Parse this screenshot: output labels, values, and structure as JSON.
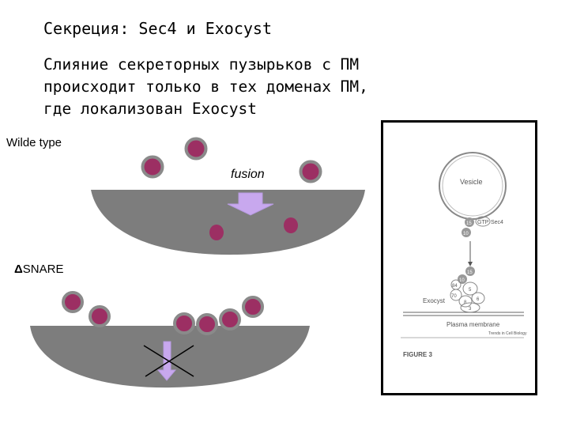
{
  "title": "Секреция: Sec4 и Exocyst",
  "body": {
    "line1": "Слияние секреторных пузырьков с ПМ",
    "line2": "происходит только в тех доменах ПМ,",
    "line3": "где локализован Exocyst"
  },
  "panels": {
    "wild_type": {
      "label": "Wilde type",
      "arrow_label": "fusion"
    },
    "mutant": {
      "label": "SNARE",
      "delta": "Δ"
    }
  },
  "figure": {
    "vesicle": "Vesicle",
    "sec4": "Sec4",
    "gtp": "GTP",
    "exocyst": "Exocyst",
    "membrane": "Plasma membrane",
    "caption": "FIGURE 3",
    "credit": "Trends in Cell Biology",
    "subunits": [
      "15",
      "10",
      "15",
      "10",
      "70",
      "84",
      "5",
      "6",
      "8",
      "3"
    ]
  },
  "colors": {
    "vesicle_fill": "#9c2f63",
    "vesicle_ring": "#8a8a8a",
    "membrane": "#7d7d7d",
    "arrow": "#c8a8ee",
    "cross": "#000000"
  }
}
